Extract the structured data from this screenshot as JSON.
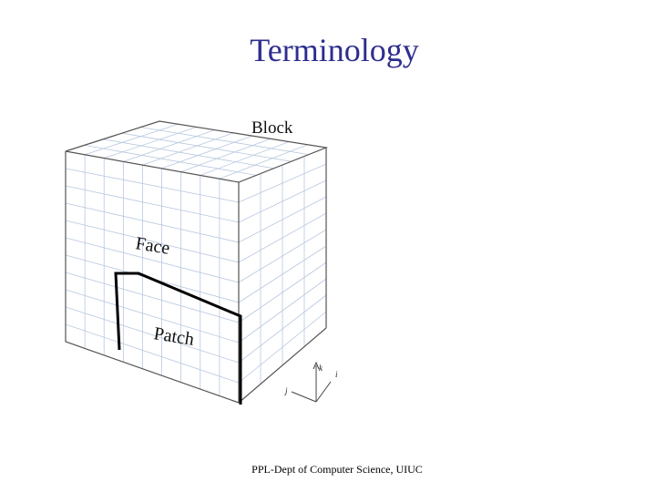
{
  "slide": {
    "title": "Terminology",
    "footer": "PPL-Dept of Computer Science, UIUC"
  },
  "diagram": {
    "labels": {
      "block": "Block",
      "face": "Face",
      "patch": "Patch"
    },
    "axes": {
      "k": "k",
      "i": "i",
      "j": "j"
    },
    "colors": {
      "title": "#2e2e8f",
      "grid": "#b8c8e0",
      "outline": "#555555",
      "patch_border": "#000000"
    }
  }
}
